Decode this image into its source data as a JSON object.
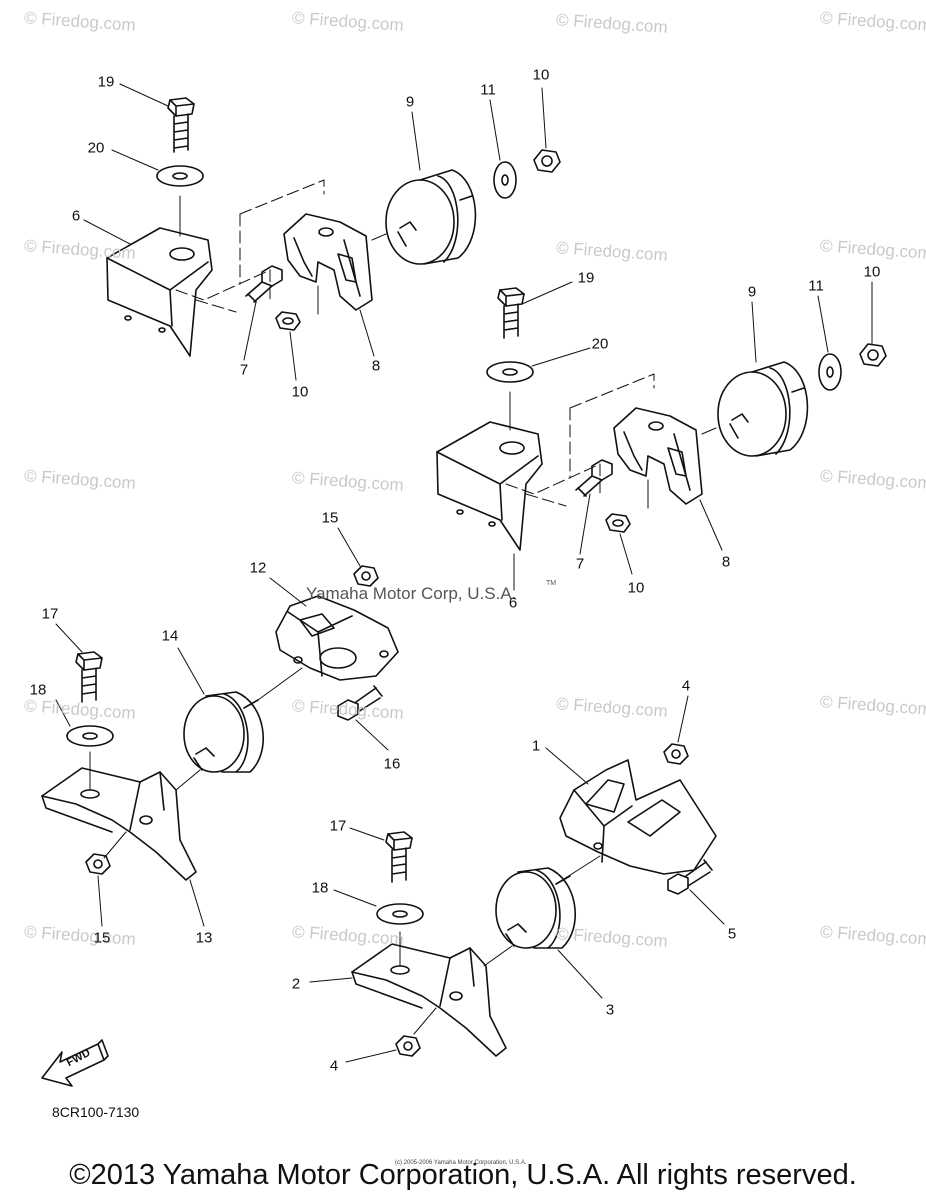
{
  "watermark": "© Firedog.com",
  "center_mark": "Yamaha Motor Corp, U.S.A.",
  "tm_mark": "TM",
  "diagram_code": "8CR100-7130",
  "fwd_label": "FWD",
  "tiny_note": "(c) 2005-2006 Yamaha Motor Corporation, U.S.A.",
  "copyright": "©2013 Yamaha Motor Corporation, U.S.A. All rights reserved.",
  "callouts": [
    "19",
    "20",
    "6",
    "7",
    "10",
    "8",
    "9",
    "11",
    "10",
    "19",
    "20",
    "9",
    "11",
    "10",
    "6",
    "7",
    "10",
    "8",
    "15",
    "12",
    "17",
    "14",
    "18",
    "16",
    "4",
    "1",
    "17",
    "18",
    "5",
    "15",
    "13",
    "2",
    "3",
    "4"
  ]
}
